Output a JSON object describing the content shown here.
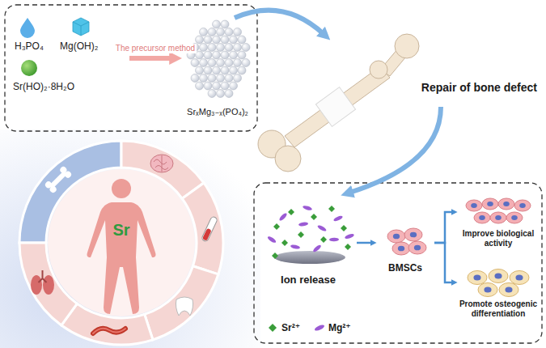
{
  "diagram": {
    "nodes": [
      {
        "text": [
          "H₃PO₄",
          "Mg(OH)₂",
          "Sr(HO)₂·8H₂O"
        ]
      },
      {
        "text": [
          "SrₓMg₃₋ₓ(PO₄)₂"
        ]
      },
      {
        "text": [
          "Repair of bone defect"
        ]
      },
      {
        "text": [
          "Ion release"
        ]
      },
      {
        "text": [
          "BMSCs"
        ]
      },
      {
        "text": [
          "Improve biological activity"
        ]
      },
      {
        "text": [
          "Promote osteogenic differentiation"
        ]
      }
    ],
    "edges": [
      {
        "from": 0,
        "to": 1,
        "label": "The precursor method",
        "arrow": "to"
      },
      {
        "from": 1,
        "to": 2,
        "arrow": "to"
      },
      {
        "from": 2,
        "to": 3,
        "arrow": "to"
      },
      {
        "from": 3,
        "to": 4,
        "arrow": "to"
      },
      {
        "from": 4,
        "to": 5,
        "arrow": "to"
      },
      {
        "from": 4,
        "to": 6,
        "arrow": "to"
      }
    ],
    "labels": [
      "Sr"
    ],
    "legend": [
      {
        "text": "Sr²⁺",
        "color": "#3a9d3a"
      },
      {
        "text": "Mg²⁺",
        "color": "#9b5bd4"
      }
    ]
  }
}
